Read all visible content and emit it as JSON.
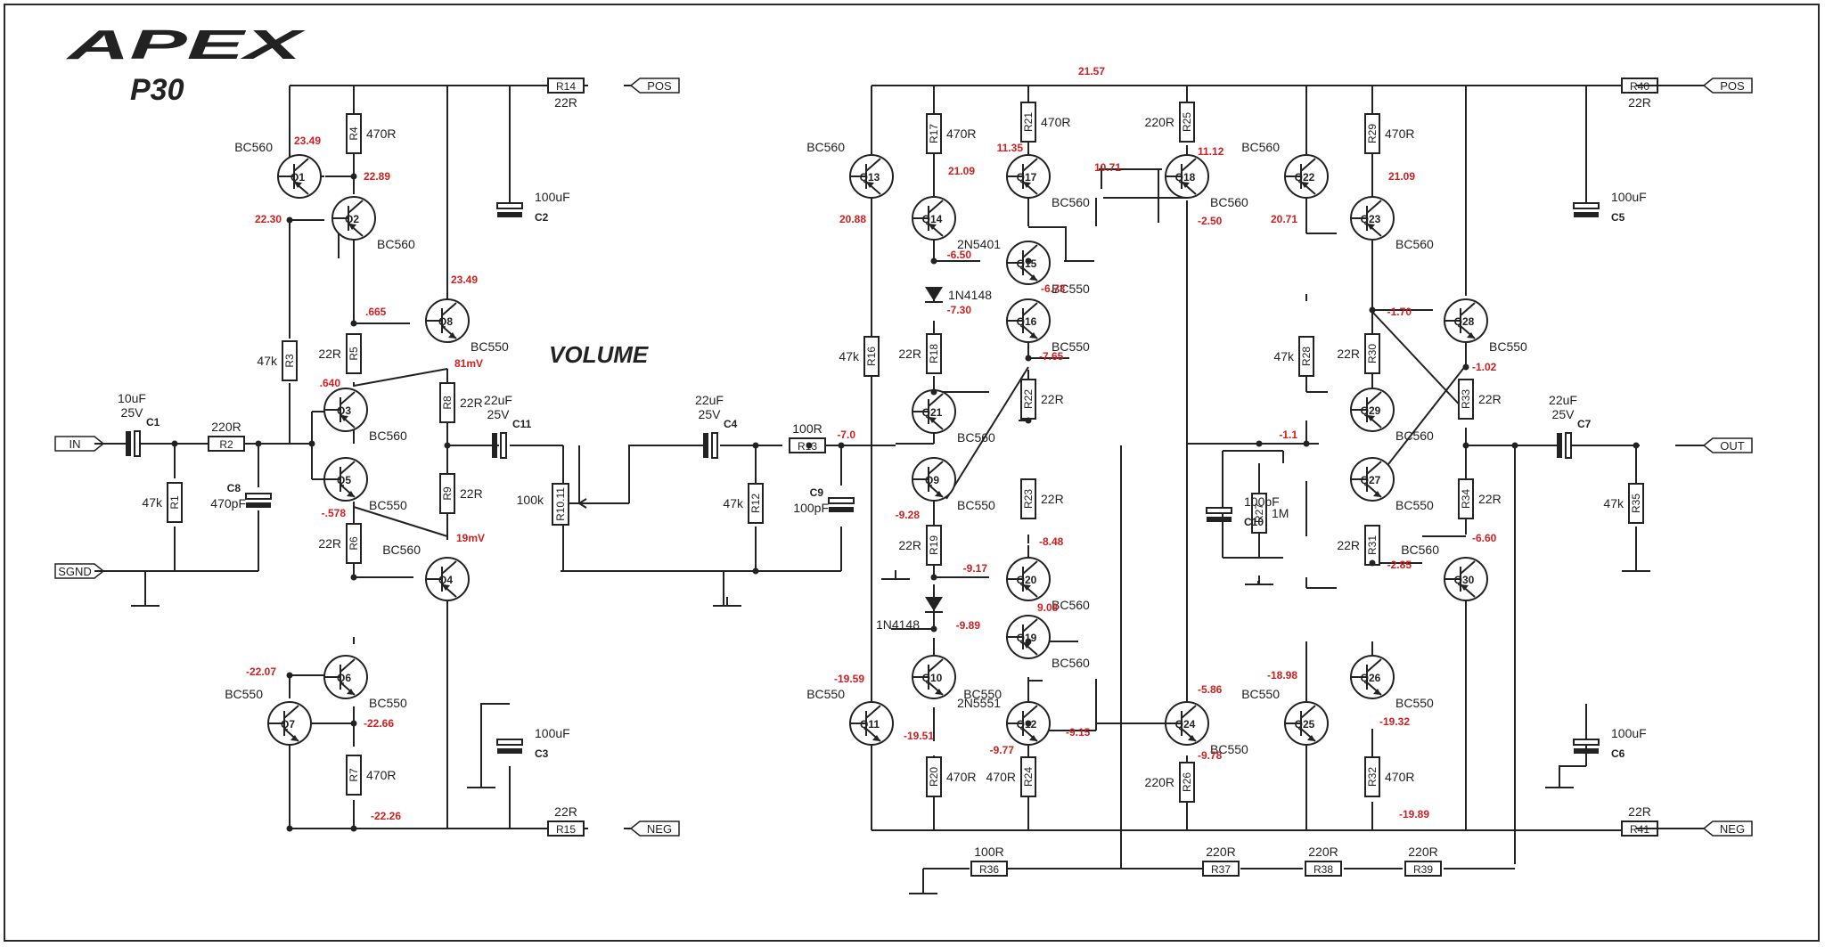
{
  "brand": "APEX",
  "model": "P30",
  "volume_label": "VOLUME",
  "connectors": {
    "in": "IN",
    "sgnd": "SGND",
    "pos": "POS",
    "neg": "NEG",
    "out": "OUT"
  },
  "res": {
    "R1": "47k",
    "R2": "220R",
    "R3": "47k",
    "R4": "470R",
    "R5": "22R",
    "R6": "22R",
    "R7": "470R",
    "R8": "22R",
    "R9": "22R",
    "R14": "22R",
    "R15": "22R",
    "R12": "47k",
    "R13": "100R",
    "R16": "47k",
    "R17": "470R",
    "R18": "22R",
    "R19": "22R",
    "R20": "470R",
    "R21": "470R",
    "R22": "22R",
    "R23": "22R",
    "R24": "470R",
    "R25": "220R",
    "R26": "220R",
    "R27": "1M",
    "R28": "47k",
    "R29": "470R",
    "R30": "22R",
    "R31": "22R",
    "R32": "470R",
    "R33": "22R",
    "R34": "22R",
    "R35": "47k",
    "R36": "100R",
    "R37": "220R",
    "R38": "220R",
    "R39": "220R",
    "R40": "22R",
    "R41": "22R",
    "R1011": "100k"
  },
  "caps": {
    "C1": [
      "C1",
      "10uF",
      "25V"
    ],
    "C2": [
      "C2",
      "100uF"
    ],
    "C3": [
      "C3",
      "100uF"
    ],
    "C4": [
      "C4",
      "22uF",
      "25V"
    ],
    "C5": [
      "C5",
      "100uF"
    ],
    "C6": [
      "C6",
      "100uF"
    ],
    "C7": [
      "C7",
      "22uF",
      "25V"
    ],
    "C8": [
      "C8",
      "470pF"
    ],
    "C9": [
      "C9",
      "100pF"
    ],
    "C10": [
      "C10",
      "100pF"
    ],
    "C11": [
      "C11",
      "22uF",
      "25V"
    ]
  },
  "transistors": {
    "Q1": "BC560",
    "Q2": "BC560",
    "Q3": "BC560",
    "Q4": "BC560",
    "Q5": "BC550",
    "Q6": "BC550",
    "Q7": "BC550",
    "Q8": "BC550",
    "Q9": "BC550",
    "Q10": "2N5551",
    "Q11": "BC550",
    "Q12": "BC550",
    "Q13": "BC560",
    "Q14": "2N5401",
    "Q15": "BC550",
    "Q16": "BC550",
    "Q17": "BC560",
    "Q18": "BC560",
    "Q19": "BC560",
    "Q20": "BC560",
    "Q21": "BC560",
    "Q22": "BC560",
    "Q23": "BC560",
    "Q24": "BC550",
    "Q25": "BC550",
    "Q26": "BC550",
    "Q27": "BC550",
    "Q28": "BC550",
    "Q29": "BC560",
    "Q30": "BC560"
  },
  "diodes": {
    "D1": "1N4148",
    "D2": "1N4148"
  },
  "voltages": [
    "23.49",
    "22.89",
    "22.30",
    ".665",
    "23.49",
    ".640",
    "81mV",
    "-.578",
    "19mV",
    "-22.07",
    "-22.66",
    "-22.26",
    "21.57",
    "21.09",
    "20.88",
    "11.35",
    "10.71",
    "11.12",
    "-6.50",
    "-6.73",
    "-7.30",
    "-2.50",
    "-7.65",
    "-7.0",
    "-9.28",
    "-8.48",
    "-9.17",
    "9.08",
    "-9.89",
    "-19.59",
    "-19.51",
    "-9.77",
    "-9.15",
    "-5.86",
    "-9.78",
    "21.09",
    "20.71",
    "-1.70",
    "-1.02",
    "-1.1",
    "-2.85",
    "-6.60",
    "-18.98",
    "-19.32",
    "-19.89"
  ]
}
